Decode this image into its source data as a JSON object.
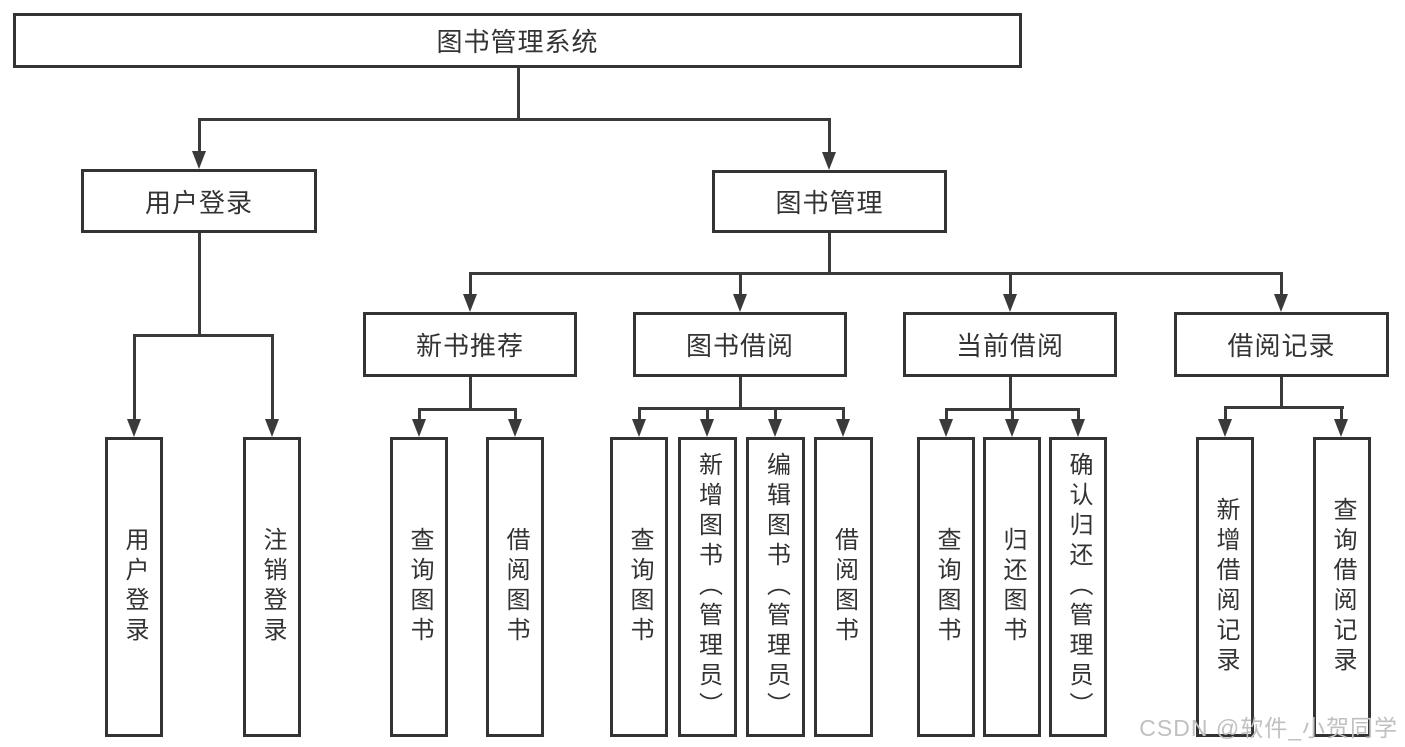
{
  "nodes": {
    "root": "图书管理系统",
    "user_login": "用户登录",
    "book_management": "图书管理",
    "new_book_recommend": "新书推荐",
    "book_borrow": "图书借阅",
    "current_borrow": "当前借阅",
    "borrow_records": "借阅记录",
    "leaf_user_login": "用户登录",
    "leaf_logout": "注销登录",
    "leaf_nb_query_books": "查询图书",
    "leaf_nb_borrow_books": "借阅图书",
    "leaf_bb_query_books": "查询图书",
    "leaf_bb_add_books": "新增图书（管理员）",
    "leaf_bb_edit_books": "编辑图书（管理员）",
    "leaf_bb_borrow_books": "借阅图书",
    "leaf_cb_query_books": "查询图书",
    "leaf_cb_return_books": "归还图书",
    "leaf_cb_confirm_return": "确认归还（管理员）",
    "leaf_br_add_record": "新增借阅记录",
    "leaf_br_query_record": "查询借阅记录"
  },
  "watermark": {
    "text": "CSDN @软件_小贺同学",
    "color": "#c0c0c0"
  },
  "colors": {
    "line": "#3a3a3a",
    "border": "#333333",
    "text": "#333333",
    "background": "#ffffff"
  }
}
